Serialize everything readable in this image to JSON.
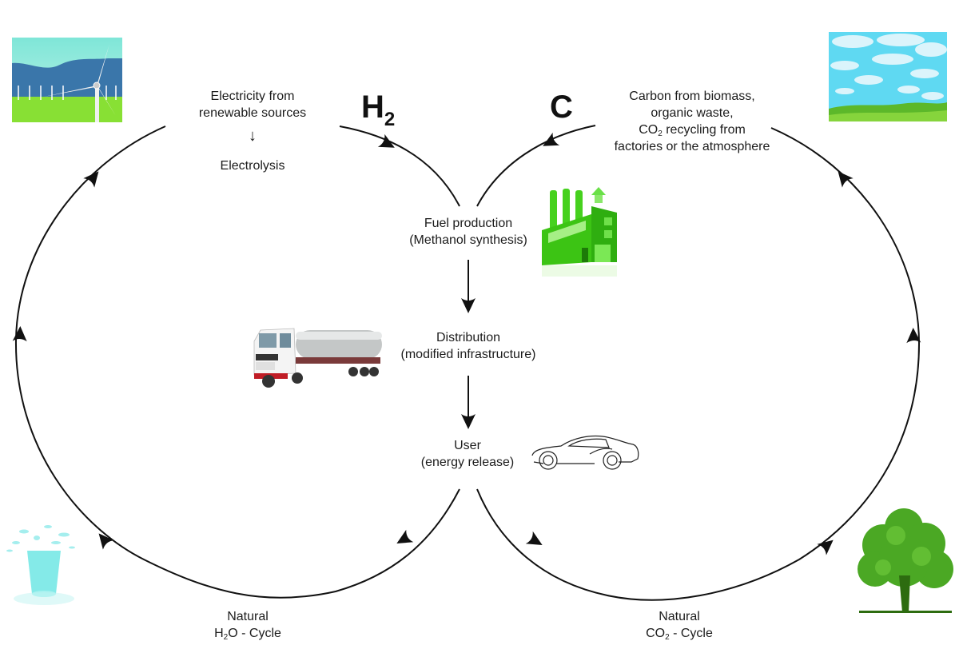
{
  "title": "Methanol economy: combined natural H2O and CO2 cycles",
  "labels": {
    "electricity": {
      "line1": "Electricity from",
      "line2": "renewable sources"
    },
    "electrolysis": "Electrolysis",
    "electrolysis_arrow": "↓",
    "h2_symbol": {
      "main": "H",
      "sub": "2"
    },
    "c_symbol": "C",
    "carbon": {
      "line1": "Carbon from biomass,",
      "line2": "organic waste,",
      "line3_pre": "CO",
      "line3_sub": "2",
      "line3_post": " recycling from",
      "line4": "factories or the atmosphere"
    },
    "fuel_production": {
      "line1": "Fuel production",
      "line2": "(Methanol synthesis)"
    },
    "distribution": {
      "line1": "Distribution",
      "line2": "(modified infrastructure)"
    },
    "user": {
      "line1": "User",
      "line2": "(energy release)"
    },
    "h2o_cycle": {
      "line1": "Natural",
      "line2_pre": "H",
      "line2_sub": "2",
      "line2_post": "O - Cycle"
    },
    "co2_cycle": {
      "line1": "Natural",
      "line2_pre": "CO",
      "line2_sub": "2",
      "line2_post": " - Cycle"
    }
  },
  "illustrations": {
    "wind_farm": "wind-turbine-landscape",
    "sky": "sky-with-clouds-and-grass",
    "factory": "green-factory",
    "truck": "tanker-truck",
    "car": "sports-car-outline",
    "water": "splashing-water-glass",
    "tree": "green-tree"
  },
  "colors": {
    "line": "#111111",
    "factory_green": "#3ecf1e",
    "tree_green": "#3f9a1c",
    "sky_blue": "#5fd2f0",
    "grass_green": "#7fd52a",
    "water_cyan": "#5fe0e0",
    "mountain_blue": "#3e7fb0"
  }
}
